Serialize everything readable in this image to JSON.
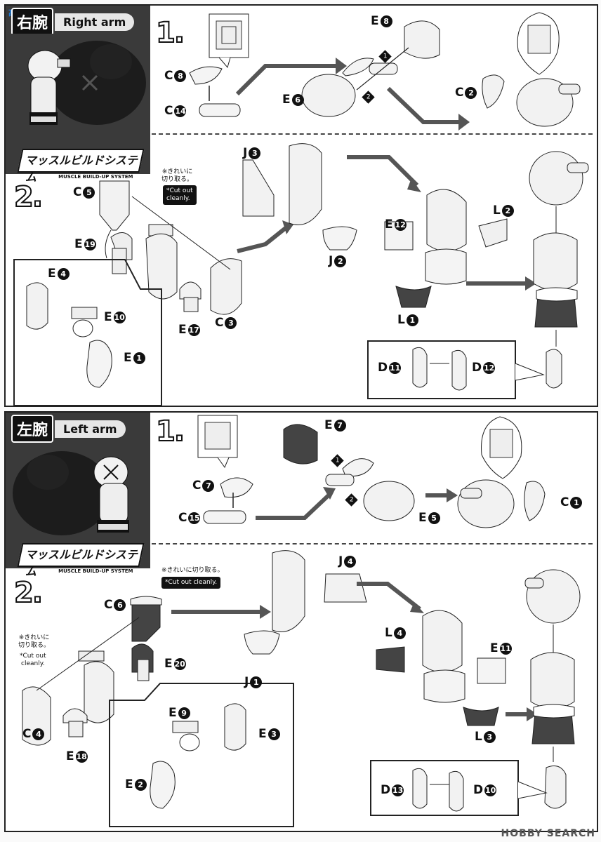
{
  "site_logo": "高",
  "watermark": "HOBBY SEARCH",
  "badge": {
    "title": "マッスルビルドシステム",
    "subtitle": "MUSCLE BUILD-UP SYSTEM"
  },
  "sections": {
    "right": {
      "title_jp": "右腕",
      "title_en": "Right arm"
    },
    "left": {
      "title_jp": "左腕",
      "title_en": "Left arm"
    }
  },
  "steps": {
    "one": "1.",
    "two": "2."
  },
  "notes": {
    "cut_jp": "※きれいに\n切り取る。",
    "cut_en": "*Cut out\ncleanly.",
    "cut_jp_inline": "※きれいに切り取る。",
    "cut_en_inline": "*Cut out cleanly."
  },
  "sequence": {
    "first": "1",
    "second": "2"
  },
  "labels": {
    "right": {
      "c8": {
        "letter": "C",
        "num": "8"
      },
      "c14": {
        "letter": "C",
        "num": "14"
      },
      "e8": {
        "letter": "E",
        "num": "8"
      },
      "e6": {
        "letter": "E",
        "num": "6"
      },
      "c2": {
        "letter": "C",
        "num": "2"
      },
      "c5": {
        "letter": "C",
        "num": "5"
      },
      "e19": {
        "letter": "E",
        "num": "19"
      },
      "e4": {
        "letter": "E",
        "num": "4"
      },
      "e10": {
        "letter": "E",
        "num": "10"
      },
      "e1": {
        "letter": "E",
        "num": "1"
      },
      "e17": {
        "letter": "E",
        "num": "17"
      },
      "c3": {
        "letter": "C",
        "num": "3"
      },
      "j3": {
        "letter": "J",
        "num": "3"
      },
      "j2": {
        "letter": "J",
        "num": "2"
      },
      "e12": {
        "letter": "E",
        "num": "12"
      },
      "l2": {
        "letter": "L",
        "num": "2"
      },
      "l1": {
        "letter": "L",
        "num": "1"
      },
      "d11": {
        "letter": "D",
        "num": "11"
      },
      "d12": {
        "letter": "D",
        "num": "12"
      }
    },
    "left": {
      "c7": {
        "letter": "C",
        "num": "7"
      },
      "c15": {
        "letter": "C",
        "num": "15"
      },
      "e7": {
        "letter": "E",
        "num": "7"
      },
      "e5": {
        "letter": "E",
        "num": "5"
      },
      "c1": {
        "letter": "C",
        "num": "1"
      },
      "c6": {
        "letter": "C",
        "num": "6"
      },
      "j4": {
        "letter": "J",
        "num": "4"
      },
      "j1": {
        "letter": "J",
        "num": "1"
      },
      "l4": {
        "letter": "L",
        "num": "4"
      },
      "e11": {
        "letter": "E",
        "num": "11"
      },
      "l3": {
        "letter": "L",
        "num": "3"
      },
      "e20": {
        "letter": "E",
        "num": "20"
      },
      "c4": {
        "letter": "C",
        "num": "4"
      },
      "e18": {
        "letter": "E",
        "num": "18"
      },
      "e9": {
        "letter": "E",
        "num": "9"
      },
      "e3": {
        "letter": "E",
        "num": "3"
      },
      "e2": {
        "letter": "E",
        "num": "2"
      },
      "d13": {
        "letter": "D",
        "num": "13"
      },
      "d10": {
        "letter": "D",
        "num": "10"
      }
    }
  }
}
